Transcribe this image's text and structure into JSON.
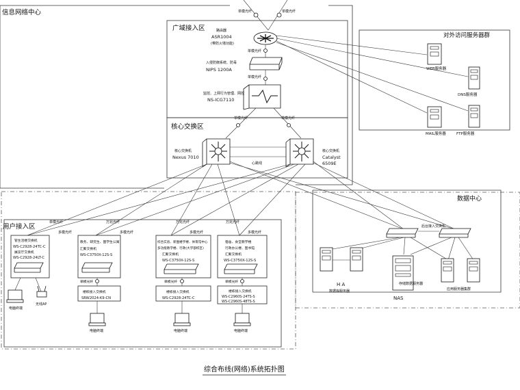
{
  "title": "综合布线(网络)系统拓扑图",
  "zones": {
    "info_center": "信息网络中心",
    "wan_access": "广域接入区",
    "core": "核心交换区",
    "external_servers": "对外访问服务器群",
    "data_center": "数据中心",
    "user_access": "用户接入区"
  },
  "wan": {
    "top_labels": [
      "单模光纤",
      "单模光纤"
    ],
    "router_label": "路由器",
    "router_model": "ASR1004",
    "router_note": "(带防火墙功能)",
    "fiber_1": "单模光纤",
    "ips_label": "入侵防御系统、防毒",
    "ips_model": "NIPS 1200A",
    "fiber_2": "单模光纤",
    "control_label": "监控、上网行为管理、网控",
    "control_model": "NS-ICG7110"
  },
  "core": {
    "fiber_left": "单模光纤",
    "fiber_right": "单模光纤",
    "left_label": "核心交换机",
    "left_model": "Nexus 7010",
    "right_label": "核心交换机",
    "right_model_1": "Catalyst",
    "right_model_2": "6509E",
    "heartbeat": "心跳线"
  },
  "servers": {
    "web": "WEB服务器",
    "dns": "DNS服务器",
    "mail": "MAIL服务器",
    "ftp": "FTP服务器"
  },
  "datacenter": {
    "switch_label": "后台接入交换机",
    "ha_1": "H A",
    "ha_2": "数据库服务器",
    "nas_label": "NAS",
    "nas_note": "存储数据服务器",
    "app_servers": "应用服务器集群"
  },
  "user": {
    "fiber_labels": [
      "单模光纤",
      "多模光纤",
      "万兆光纤",
      "多模光纤",
      "万兆光纤",
      "多模光纤",
      "万兆光纤",
      "多模光纤"
    ],
    "group1": {
      "line1": "管生活楼交换机",
      "line2": "WS-C2928-24TC-C",
      "line3": "展览厅交换机",
      "line4": "WS-C2928-24LT-C",
      "pc": "电脑终端",
      "ap": "无线AP"
    },
    "group2": {
      "line1": "教务、研究生、图学生公寓",
      "line2": "汇聚交换机",
      "line3": "WS-C3750X-12S-S",
      "fiber": "单模光纤",
      "access1": "楼栋接入交换机",
      "access2": "SRW2024-K9-CN",
      "pc": "电脑终端"
    },
    "group3": {
      "line1": "综合实验、新图楼学楼、体育馆中心",
      "line2": "多功能教学楼、行政(大学部校区)",
      "line3": "汇聚交换机",
      "line4": "WS-C3750X-12S-S",
      "fiber": "单模光纤",
      "access1": "楼栋接入交换机",
      "access2": "WS-C2928-24TC-C",
      "pc": "电脑终端"
    },
    "group4": {
      "line1": "宿舍、食堂教学楼",
      "line2": "行政办公楼、图书馆",
      "line3": "汇聚交换机",
      "line4": "WS-C3750X-12S-S",
      "fiber": "单模光纤",
      "access1": "楼栋接入交换机",
      "access2": "WS-C2960S-24TS-S",
      "access3": "WS-C2960S-48TS-S",
      "pc": "电脑终端"
    }
  }
}
